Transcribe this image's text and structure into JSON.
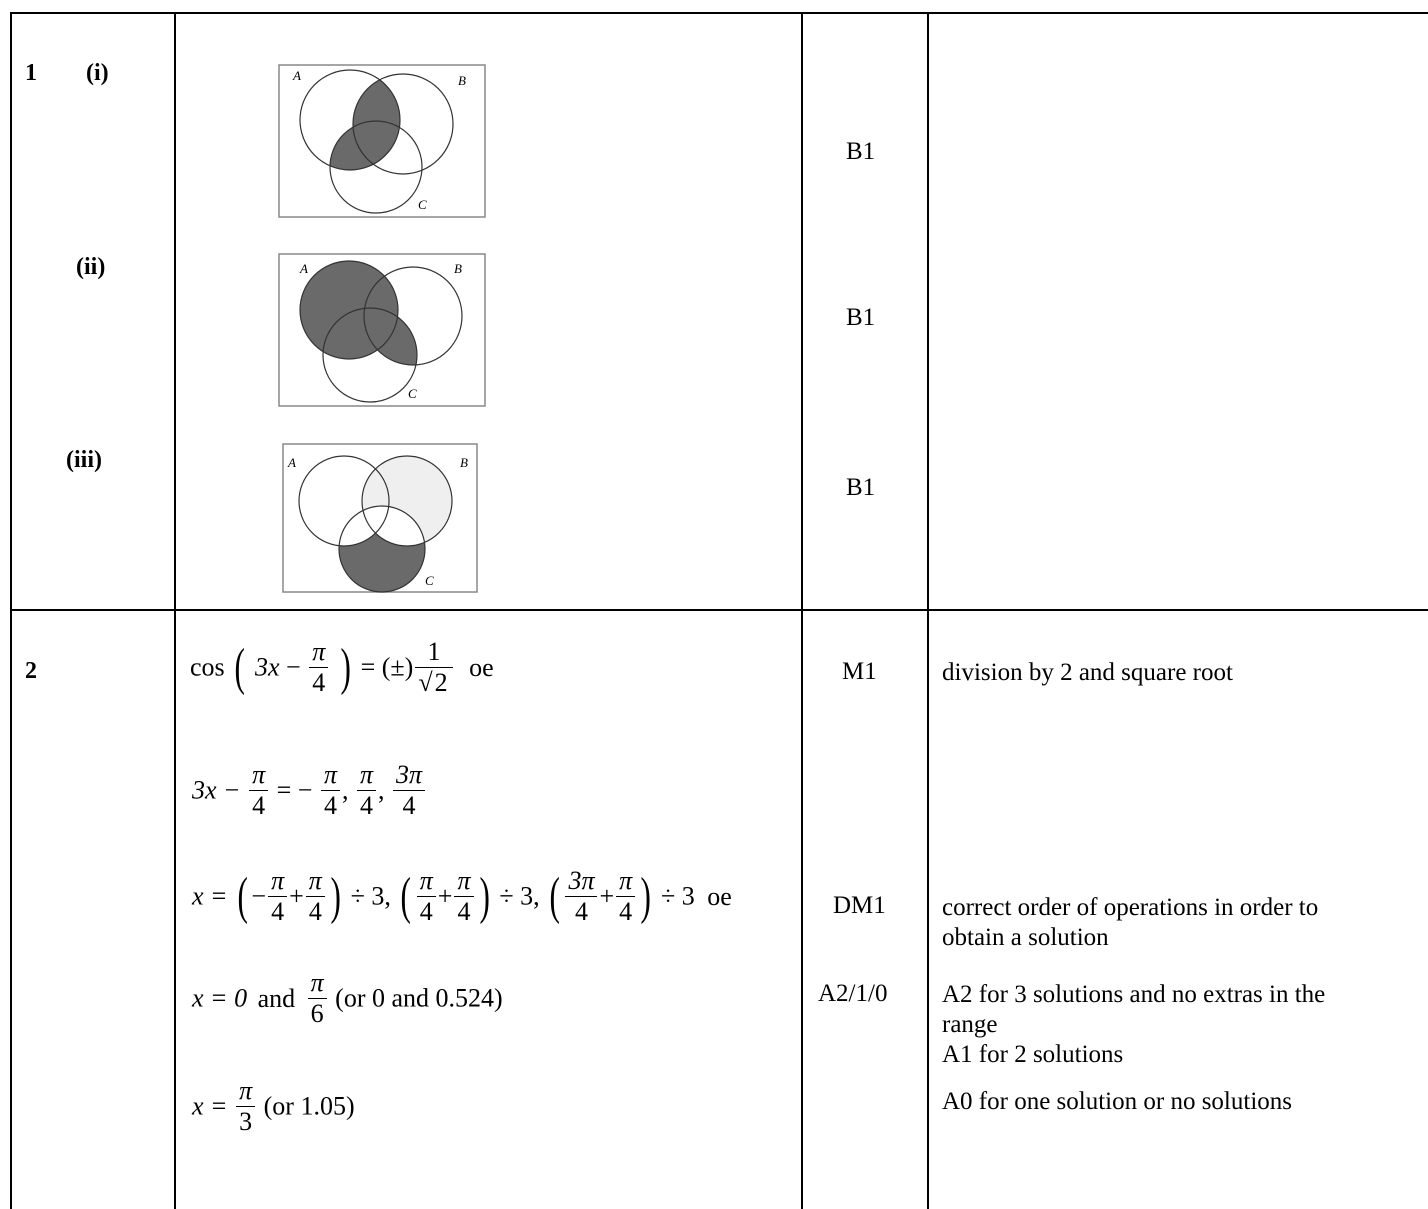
{
  "q1": {
    "number": "1",
    "parts": [
      {
        "label": "(i)",
        "mark": "B1"
      },
      {
        "label": "(ii)",
        "mark": "B1"
      },
      {
        "label": "(iii)",
        "mark": "B1"
      }
    ],
    "set_labels": {
      "a": "A",
      "b": "B",
      "c": "C"
    }
  },
  "q2": {
    "number": "2",
    "line1": {
      "cos": "cos",
      "three_x": "3x",
      "minus": "−",
      "pi": "π",
      "four": "4",
      "eq": "=",
      "pm": "(±)",
      "one": "1",
      "two": "2",
      "oe": "oe"
    },
    "line2": {
      "lhs": "3x −",
      "eq": "= −",
      "sep": ",",
      "three_pi": "3π"
    },
    "line3": {
      "lhs": "x =",
      "div3": "÷ 3,",
      "div3_last": "÷ 3",
      "plus": "+",
      "oe": "oe"
    },
    "line4": {
      "lhs": "x = 0",
      "and": "and",
      "six": "6",
      "note": "(or 0 and 0.524)"
    },
    "line5": {
      "lhs": "x =",
      "three": "3",
      "note": "(or 1.05)"
    },
    "marks": [
      {
        "mark": "M1",
        "guidance": "division by 2 and square root"
      },
      {
        "mark": "DM1",
        "guidance_1": "correct order of operations in order to",
        "guidance_2": "obtain a solution"
      },
      {
        "mark": "A2/1/0",
        "guidance_1": "A2 for 3 solutions and no extras in the",
        "guidance_2": "range",
        "guidance_3": "A1 for 2 solutions",
        "guidance_4": "A0 for one solution or no solutions"
      }
    ]
  }
}
